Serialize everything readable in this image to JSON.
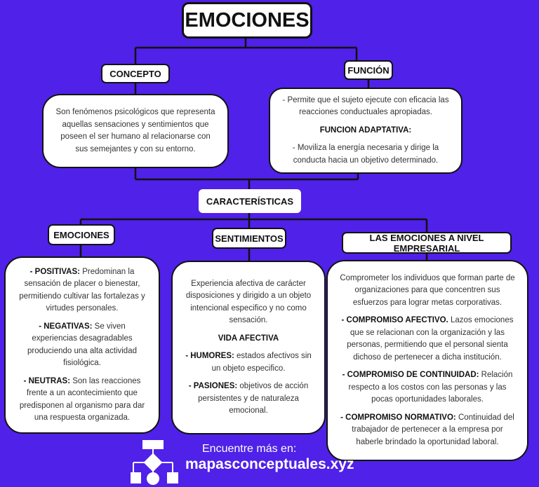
{
  "title": "EMOCIONES",
  "concepto": {
    "label": "CONCEPTO",
    "text": "Son fenómenos psicológicos que representa aquellas sensaciones y sentimientos que poseen el ser humano al relacionarse con sus semejantes y con su entorno."
  },
  "funcion": {
    "label": "FUNCIÓN",
    "text1": "- Permite que el sujeto ejecute con eficacia las reacciones conductuales apropiadas.",
    "subtitle": "FUNCION ADAPTATIVA:",
    "text2": "- Moviliza la energía necesaria y dirige la conducta hacia un objetivo determinado."
  },
  "caracteristicas": {
    "label": "CARACTERÍSTICAS"
  },
  "emociones": {
    "label": "EMOCIONES",
    "items": [
      {
        "term": "- POSITIVAS:",
        "text": " Predominan la sensación de placer o bienestar, permitiendo cultivar las fortalezas y virtudes personales."
      },
      {
        "term": "- NEGATIVAS:",
        "text": " Se viven experiencias desagradables produciendo una alta actividad fisiológica."
      },
      {
        "term": "- NEUTRAS:",
        "text": " Son las reacciones frente a un acontecimiento que predisponen al organismo para dar una respuesta organizada."
      }
    ]
  },
  "sentimientos": {
    "label": "SENTIMIENTOS",
    "intro": "Experiencia afectiva de carácter disposiciones y dirigido a un objeto intencional especifico y no como sensación.",
    "subtitle": "VIDA AFECTIVA",
    "items": [
      {
        "term": "- HUMORES:",
        "text": " estados afectivos sin un objeto especifico."
      },
      {
        "term": "- PASIONES:",
        "text": " objetivos de acción persistentes y de naturaleza emocional."
      }
    ]
  },
  "empresarial": {
    "label": "LAS EMOCIONES A NIVEL EMPRESARIAL",
    "intro": "Comprometer los individuos que forman parte de organizaciones para que concentren sus esfuerzos para lograr metas corporativas.",
    "items": [
      {
        "term": "- COMPROMISO AFECTIVO.",
        "text": " Lazos emociones que se relacionan con la organización y las personas, permitiendo que el personal sienta dichoso de pertenecer a dicha institución."
      },
      {
        "term": "- COMPROMISO DE CONTINUIDAD:",
        "text": " Relación respecto a los costos con las personas y las pocas oportunidades laborales."
      },
      {
        "term": "- COMPROMISO NORMATIVO:",
        "text": " Continuidad del trabajador de pertenecer a la empresa por haberle brindado la oportunidad laboral."
      }
    ]
  },
  "footer": {
    "line1": "Encuentre más en:",
    "line2": "mapasconceptuales.xyz"
  },
  "colors": {
    "background": "#5021e8",
    "box": "#ffffff",
    "border": "#111111"
  }
}
